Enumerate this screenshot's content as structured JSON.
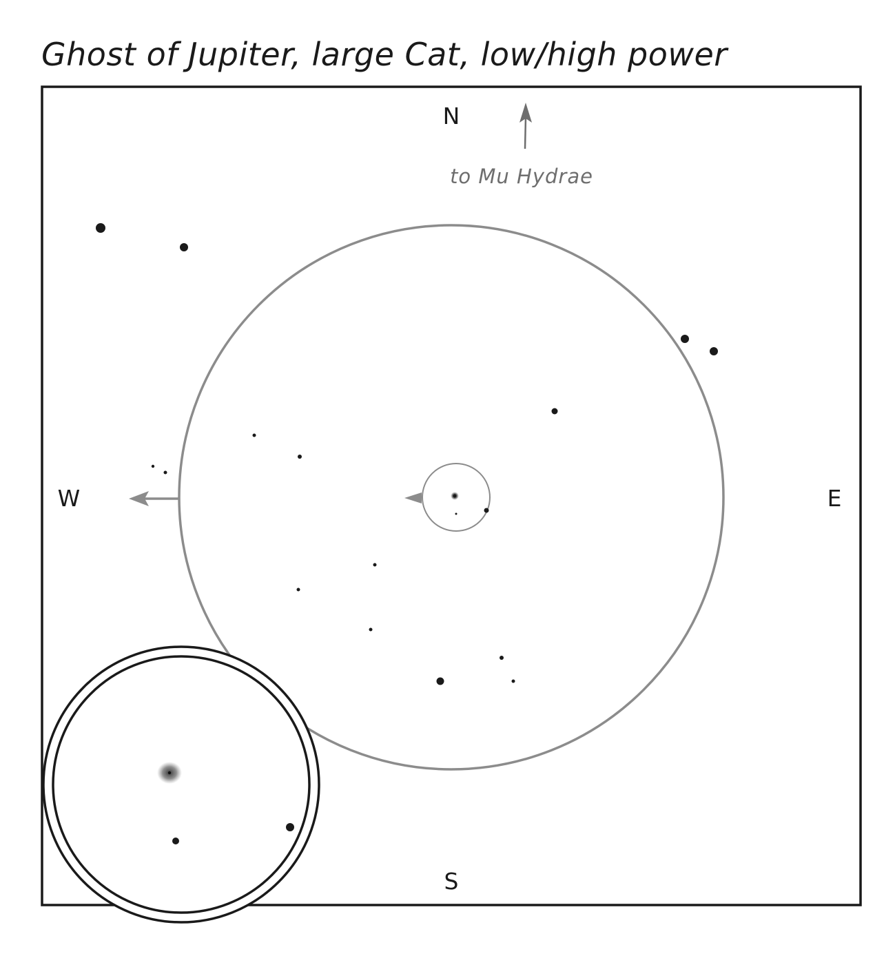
{
  "title": "Ghost of Jupiter, large Cat, low/high power",
  "compass": {
    "north": "N",
    "south": "S",
    "east": "E",
    "west": "W"
  },
  "pointer_note": "to Mu Hydrae",
  "colors": {
    "ink": "#1a1a1a",
    "gray": "#8c8c8c"
  }
}
